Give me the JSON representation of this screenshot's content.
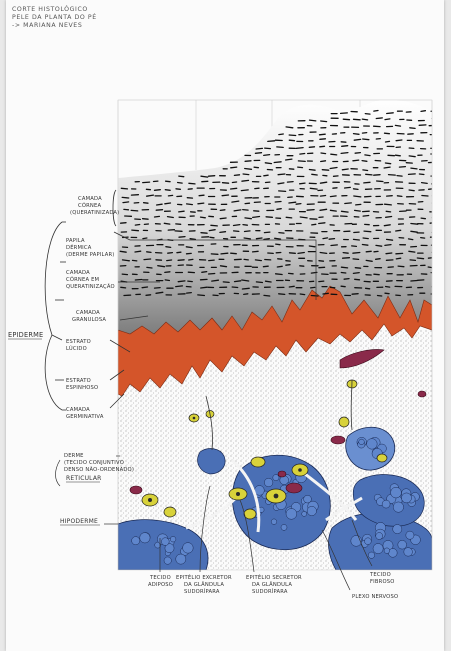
{
  "header": {
    "title_line1": "CORTE HISTOLÓGICO",
    "title_line2": "PELE DA PLANTA DO PÉ",
    "author": "-> MARIANA NEVES"
  },
  "labels": {
    "epiderme": "EPIDERME",
    "camada_cornea_line1": "CAMADA",
    "camada_cornea_line2": "CÓRNEA",
    "camada_cornea_line3": "(QUERATINIZADA)",
    "papila_line1": "PAPILA",
    "papila_line2": "DÉRMICA",
    "papila_line3": "(DERME PAPILAR)",
    "camada_cornea2_line1": "CAMADA",
    "camada_cornea2_line2": "CÓRNEA EM",
    "camada_cornea2_line3": "QUERATINIZAÇÃO",
    "granulosa_line1": "CAMADA",
    "granulosa_line2": "GRANULOSA",
    "lucido_line1": "ESTRATO",
    "lucido_line2": "LÚCIDO",
    "espinhoso_line1": "ESTRATO",
    "espinhoso_line2": "ESPINHOSO",
    "germinativa_line1": "CAMADA",
    "germinativa_line2": "GERMINATIVA",
    "derme_line1": "DERME",
    "derme_line2": "(TECIDO CONJUNTIVO",
    "derme_line3": "DENSO NÃO-ORDENADO)",
    "derme_line4": "RETICULAR",
    "hipoderme": "HIPODERME",
    "tecido_adiposo_line1": "TECIDO",
    "tecido_adiposo_line2": "ADIPOSO",
    "ep_excretor_line1": "EPITÉLIO EXCRETOR",
    "ep_excretor_line2": "DA GLÂNDULA",
    "ep_excretor_line3": "SUDORÍPARA",
    "ep_secretor_line1": "EPITÉLIO SECRETOR",
    "ep_secretor_line2": "DA GLÂNDULA",
    "ep_secretor_line3": "SUDORÍPARA",
    "tecido_fibroso_line1": "TECIDO",
    "tecido_fibroso_line2": "FIBROSO",
    "plexo_nervoso": "PLEXO NERVOSO"
  },
  "colors": {
    "paper": "#fbfbfb",
    "keratin_shade": "#8a8a8a",
    "epidermis_orange": "#d4552a",
    "dermis_stipple": "#6a6a6a",
    "adipose_blue": "#4a6fb5",
    "gland_yellow": "#d8d23a",
    "vessel_maroon": "#8a2a4a",
    "ink": "#222222"
  }
}
